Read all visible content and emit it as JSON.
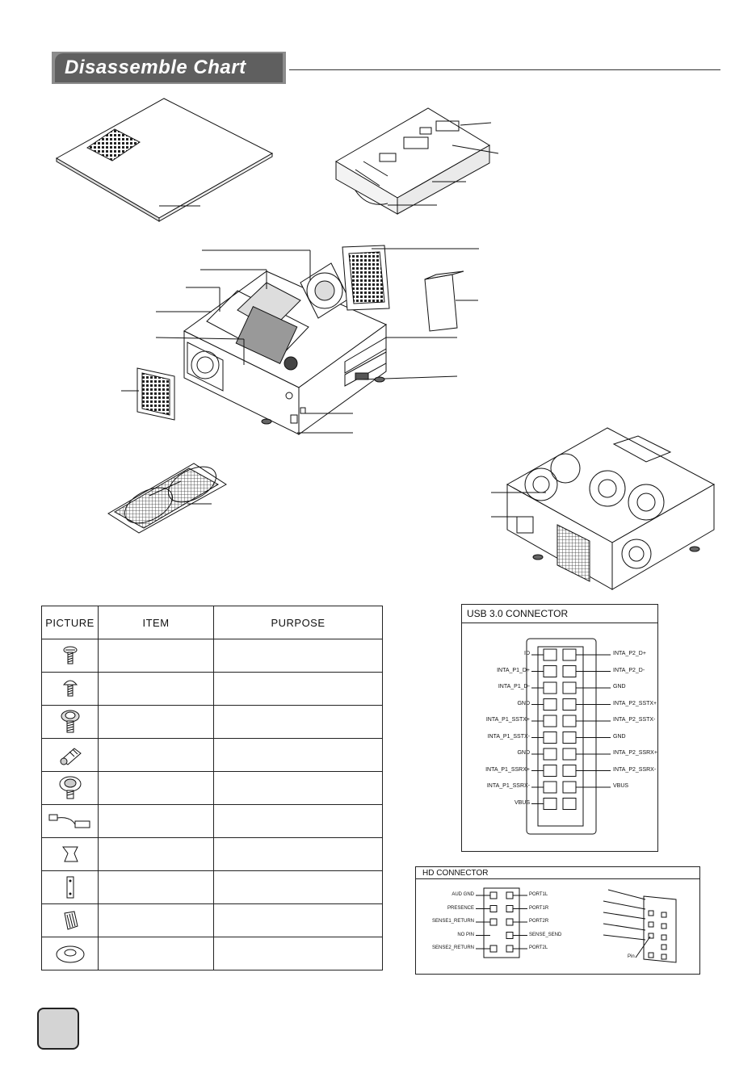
{
  "header": {
    "title": "Disassemble Chart"
  },
  "table": {
    "headers": {
      "picture": "PICTURE",
      "item": "ITEM",
      "purpose": "PURPOSE"
    },
    "rows": [
      {
        "icon": "small-flat-screw-icon"
      },
      {
        "icon": "small-screw-icon"
      },
      {
        "icon": "thumb-screw-icon"
      },
      {
        "icon": "standoff-icon"
      },
      {
        "icon": "large-thumb-screw-icon"
      },
      {
        "icon": "cable-adapter-icon"
      },
      {
        "icon": "cable-clip-icon"
      },
      {
        "icon": "bracket-icon"
      },
      {
        "icon": "knurled-nut-icon"
      },
      {
        "icon": "rubber-washer-icon"
      }
    ]
  },
  "usb": {
    "title": "USB 3.0 CONNECTOR",
    "left_pins": [
      "ID",
      "INTA_P1_D+",
      "INTA_P1_D-",
      "GND",
      "INTA_P1_SSTX+",
      "INTA_P1_SSTX-",
      "GND",
      "INTA_P1_SSRX+",
      "INTA_P1_SSRX-",
      "VBUS"
    ],
    "right_pins": [
      "INTA_P2_D+",
      "INTA_P2_D-",
      "GND",
      "INTA_P2_SSTX+",
      "INTA_P2_SSTX-",
      "GND",
      "INTA_P2_SSRX+",
      "INTA_P2_SSRX-",
      "VBUS"
    ]
  },
  "hd": {
    "title": "HD CONNECTOR",
    "left_pins": [
      "AUD GND",
      "PRESENCE",
      "SENSE1_RETURN",
      "NO PIN",
      "SENSE2_RETURN"
    ],
    "right_pins": [
      "PORT1L",
      "PORT1R",
      "PORT2R",
      "SENSE_SEND",
      "PORT2L"
    ],
    "pin_label": "Pin"
  }
}
